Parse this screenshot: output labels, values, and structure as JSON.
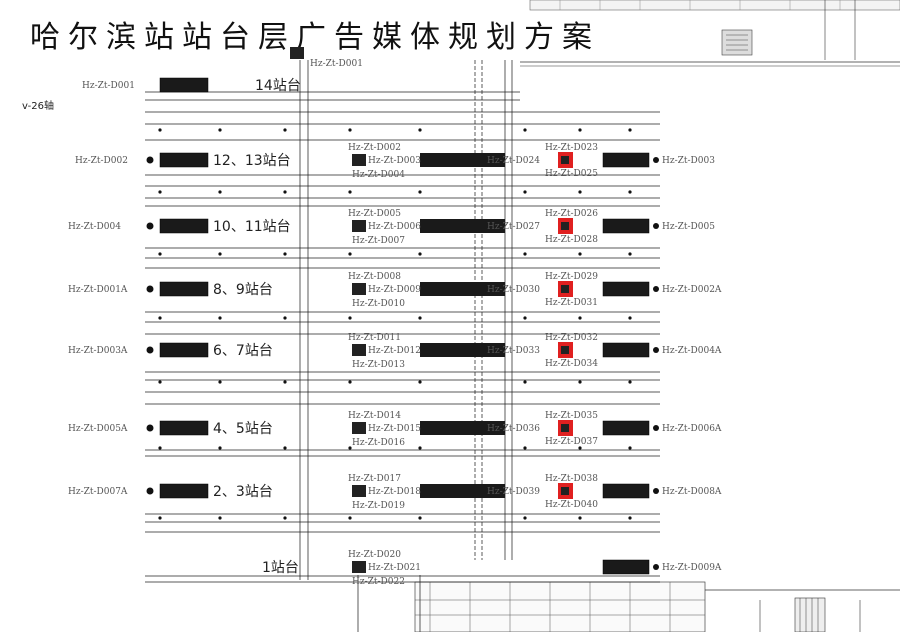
{
  "title": "哈尔滨站站台层广告媒体规划方案",
  "axis_label": "v-26轴",
  "platforms": [
    "14站台",
    "12、13站台",
    "10、11站台",
    "8、9站台",
    "6、7站台",
    "4、5站台",
    "2、3站台",
    "1站台"
  ],
  "left_labels": [
    "Hz-Zt-D001",
    "Hz-Zt-D002",
    "Hz-Zt-D004",
    "Hz-Zt-D001A",
    "Hz-Zt-D003A",
    "Hz-Zt-D005A",
    "Hz-Zt-D007A"
  ],
  "right_labels": [
    "Hz-Zt-D003",
    "Hz-Zt-D005",
    "Hz-Zt-D002A",
    "Hz-Zt-D004A",
    "Hz-Zt-D006A",
    "Hz-Zt-D008A",
    "Hz-Zt-D009A"
  ],
  "center_labels": [
    "Hz-Zt-D001",
    "Hz-Zt-D002",
    "Hz-Zt-D003",
    "Hz-Zt-D004",
    "Hz-Zt-D005",
    "Hz-Zt-D006",
    "Hz-Zt-D007",
    "Hz-Zt-D008",
    "Hz-Zt-D009",
    "Hz-Zt-D010",
    "Hz-Zt-D011",
    "Hz-Zt-D012",
    "Hz-Zt-D013",
    "Hz-Zt-D014",
    "Hz-Zt-D015",
    "Hz-Zt-D016",
    "Hz-Zt-D017",
    "Hz-Zt-D018",
    "Hz-Zt-D019",
    "Hz-Zt-D020",
    "Hz-Zt-D021",
    "Hz-Zt-D022"
  ],
  "mid_labels": [
    "Hz-Zt-D024",
    "Hz-Zt-D027",
    "Hz-Zt-D030",
    "Hz-Zt-D033",
    "Hz-Zt-D036",
    "Hz-Zt-D039"
  ],
  "red_labels": [
    "Hz-Zt-D023",
    "Hz-Zt-D025",
    "Hz-Zt-D026",
    "Hz-Zt-D028",
    "Hz-Zt-D029",
    "Hz-Zt-D031",
    "Hz-Zt-D032",
    "Hz-Zt-D034",
    "Hz-Zt-D035",
    "Hz-Zt-D037",
    "Hz-Zt-D038",
    "Hz-Zt-D040"
  ],
  "colors": {
    "line": "#222222",
    "accent": "#e02020",
    "label": "#555555"
  }
}
